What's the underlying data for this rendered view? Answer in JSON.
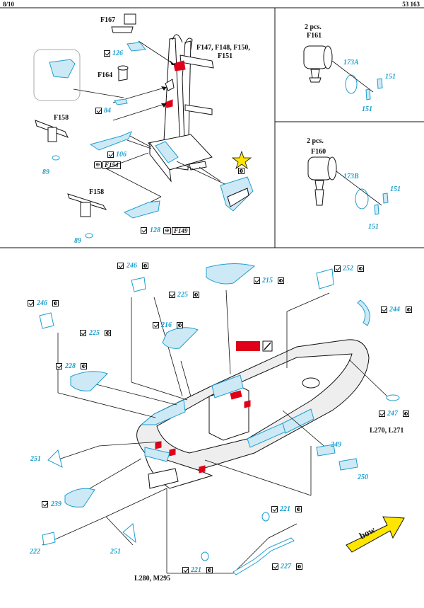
{
  "header": {
    "page": "8/10",
    "set_no": "53 163"
  },
  "panels": {
    "mast": {
      "parts": [
        "F167",
        "F147, F148, F150,",
        "F151",
        "F164",
        "F158",
        "F158"
      ],
      "refs": [
        "126",
        "84",
        "106",
        "89",
        "128",
        "89"
      ],
      "plastic_boxes": [
        "F154",
        "F149"
      ]
    },
    "lamp_a": {
      "qty": "2 pcs.",
      "part": "F161",
      "refs": [
        "173A",
        "151",
        "151"
      ]
    },
    "lamp_b": {
      "qty": "2 pcs.",
      "part": "F160",
      "refs": [
        "173B",
        "151",
        "151"
      ]
    },
    "boat": {
      "refs": [
        "246",
        "225",
        "215",
        "252",
        "246",
        "225",
        "244",
        "216",
        "228",
        "247",
        "251",
        "249",
        "250",
        "239",
        "221",
        "222",
        "251",
        "227",
        "221"
      ],
      "plastic": [
        "L270, L271",
        "L280, M295"
      ],
      "bow_label": "bow"
    }
  },
  "colors": {
    "line": "#111111",
    "etch": "#1c9fcf",
    "etch_fill": "#cde9f6",
    "red": "#e0001a",
    "arrow_yellow": "#ffe600"
  }
}
